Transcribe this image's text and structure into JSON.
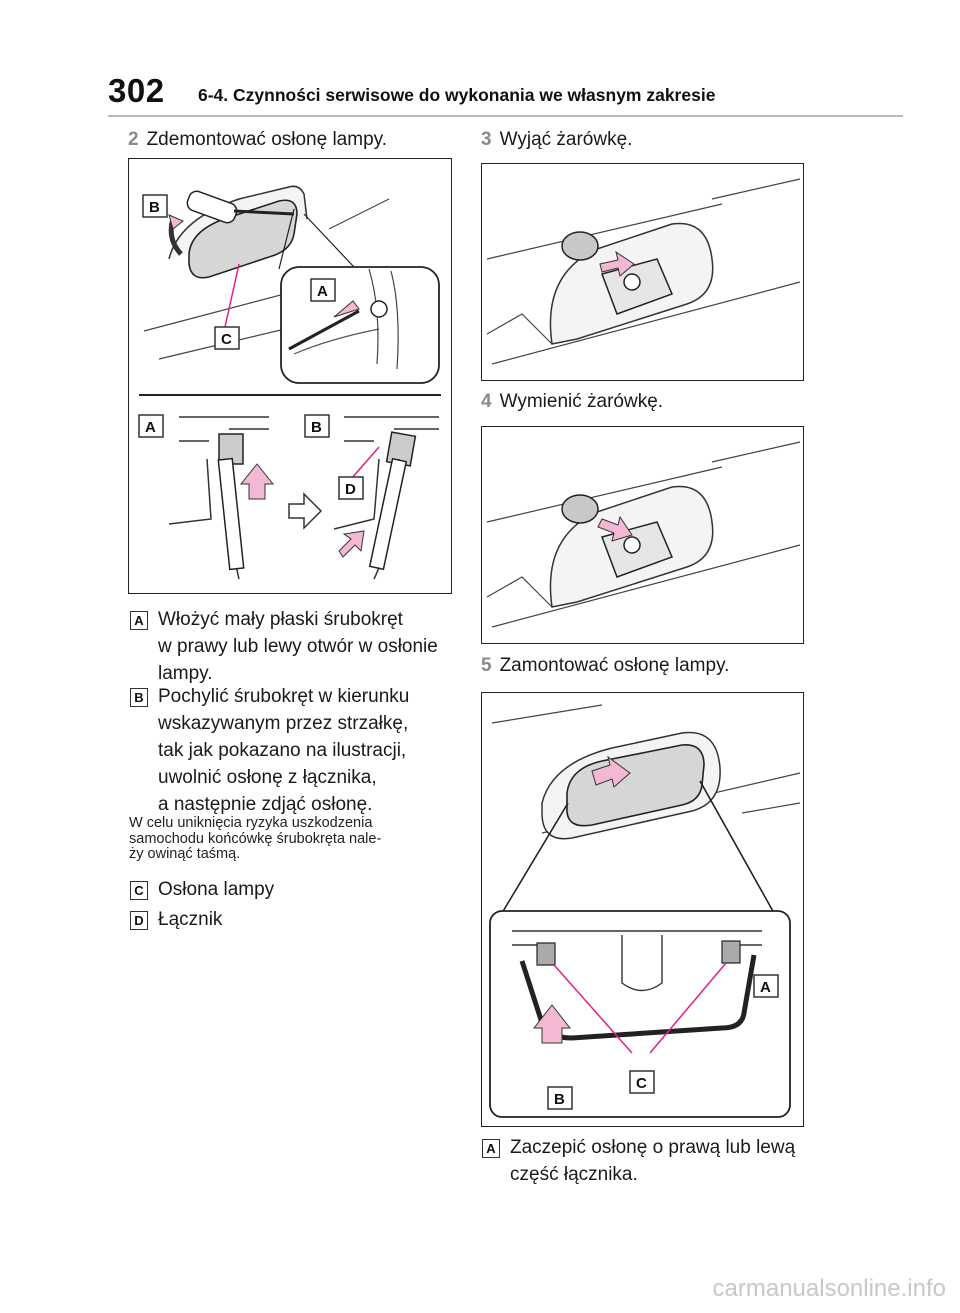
{
  "header": {
    "page_number": "302",
    "section_title": "6-4. Czynności serwisowe do wykonania we własnym zakresie"
  },
  "left": {
    "step2": {
      "num": "2",
      "text": "Zdemontować osłonę lampy."
    },
    "figure_labels": {
      "a": "A",
      "b": "B",
      "c": "C",
      "d": "D"
    },
    "legend": [
      {
        "badge": "A",
        "lines": [
          "Włożyć mały płaski śrubokręt",
          "w prawy lub lewy otwór w osłonie",
          "lampy."
        ]
      },
      {
        "badge": "B",
        "lines": [
          "Pochylić śrubokręt w kierunku",
          "wskazywanym przez strzałkę,",
          "tak jak pokazano na ilustracji,",
          "uwolnić osłonę z łącznika,",
          "a następnie zdjąć osłonę."
        ]
      }
    ],
    "note_lines": [
      "W celu uniknięcia ryzyka uszkodzenia",
      "samochodu końcówkę śrubokręta nale-",
      "ży owinąć taśmą."
    ],
    "parts": [
      {
        "badge": "C",
        "text": "Osłona lampy"
      },
      {
        "badge": "D",
        "text": "Łącznik"
      }
    ]
  },
  "right": {
    "step3": {
      "num": "3",
      "text": "Wyjąć żarówkę."
    },
    "step4": {
      "num": "4",
      "text": "Wymienić żarówkę."
    },
    "step5": {
      "num": "5",
      "text": "Zamontować osłonę lampy."
    },
    "figure_labels": {
      "a": "A",
      "b": "B",
      "c": "C"
    },
    "legend": [
      {
        "badge": "A",
        "lines": [
          "Zaczepić osłonę o prawą lub lewą",
          "część łącznika."
        ]
      }
    ]
  },
  "watermark": "carmanualsonline.info",
  "colors": {
    "accent_pink": "#e0208a",
    "arrow_fill": "#f3b8d4",
    "step_number": "#8a8a8a"
  }
}
